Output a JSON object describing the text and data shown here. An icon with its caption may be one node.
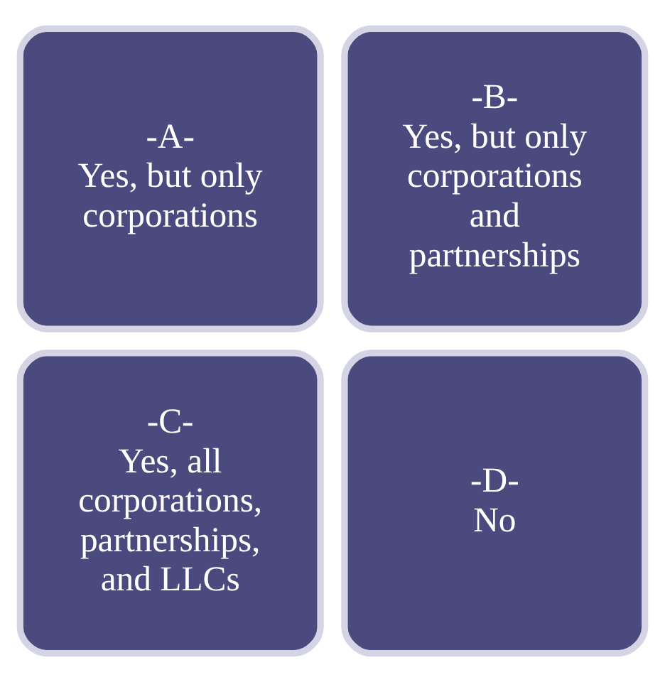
{
  "diagram": {
    "nodes": [
      {
        "text": [
          "-A-",
          "Yes, but only corporations"
        ]
      },
      {
        "text": [
          "-B-",
          "Yes, but only corporations and partnerships"
        ]
      },
      {
        "text": [
          "-C-",
          "Yes, all corporations, partnerships, and LLCs"
        ]
      },
      {
        "text": [
          "-D-",
          "No"
        ]
      }
    ],
    "edges": []
  }
}
